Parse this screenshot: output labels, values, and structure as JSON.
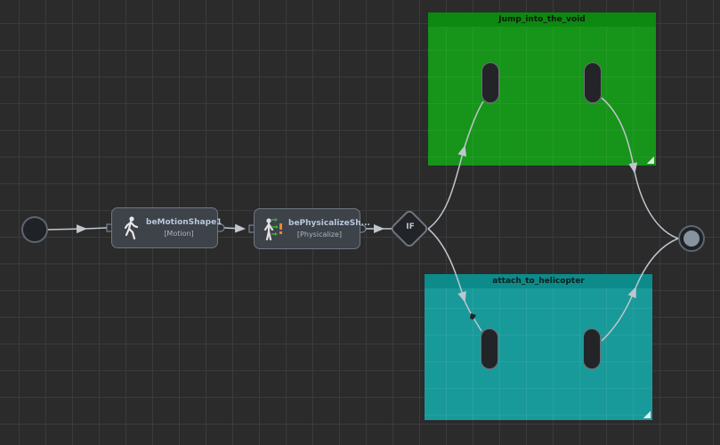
{
  "canvas": {
    "type": "state-graph-editor"
  },
  "colors": {
    "background": "#2b2b2b",
    "grid": "#3a3b3d",
    "group_green": "#17941a",
    "group_teal": "#199a9a",
    "node_fill": "#3e4249",
    "wire": "#c0c6ce"
  },
  "groups": [
    {
      "name": "Jump_into_the_void",
      "color": "green"
    },
    {
      "name": "attach_to_helicopter",
      "color": "teal"
    }
  ],
  "nodes": {
    "start": {
      "kind": "start-state"
    },
    "motion": {
      "title": "beMotionShape1",
      "subtitle": "[Motion]",
      "icon": "walking-figure-icon"
    },
    "physicalize": {
      "title": "bePhysicalizeSh...",
      "subtitle": "[Physicalize]",
      "icon": "physicalize-figure-icon"
    },
    "if": {
      "title": "IF"
    },
    "end": {
      "kind": "end-state"
    }
  }
}
